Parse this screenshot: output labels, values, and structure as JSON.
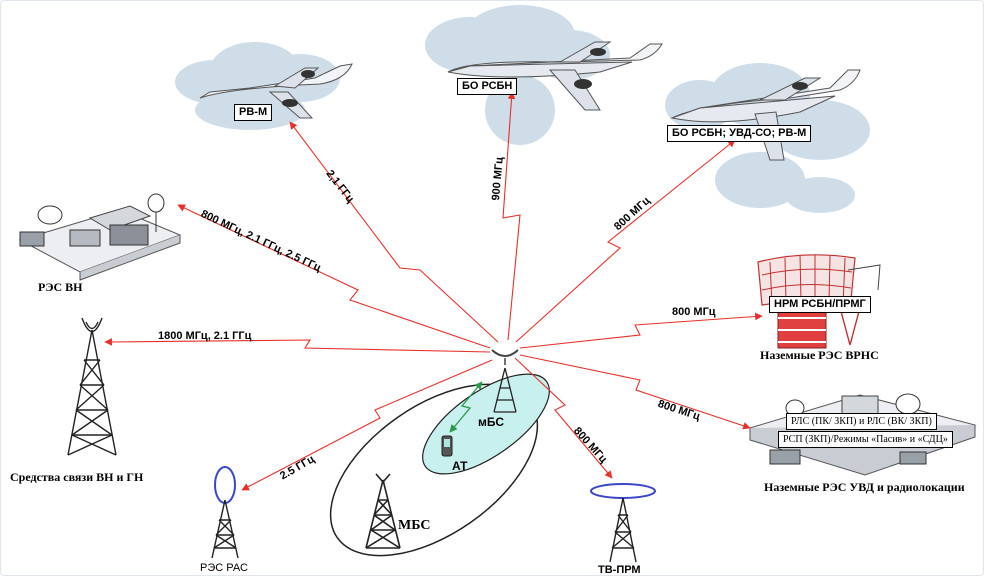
{
  "aircraft": {
    "left": "РВ-М",
    "center": "БО РСБН",
    "right": "БО РСБН; УВД-СО; РВ-М"
  },
  "links": {
    "left_aircraft": "2,1 ГГц",
    "center_aircraft": "900 МГц",
    "right_aircraft": "800 МГц",
    "res_vn": "800 МГц, 2.1 ГГц, 2.5 ГГц",
    "comm_towers": "1800 МГц, 2.1 ГГц",
    "res_ras": "2.5 ГГц",
    "tv": "800 МГц",
    "vrns": "800 МГц",
    "uvd": "800 МГц"
  },
  "stations": {
    "res_vn": "РЭС ВН",
    "comm_towers": "Средства связи ВН и ГН",
    "res_ras": "РЭС РАС",
    "tv": "ТВ-ПРМ",
    "vrns_box": "НРМ РСБН/ПРМГ",
    "vrns": "Наземные РЭС ВРНС",
    "uvd_box_1": "РЛС (ПК/ ЗКП) и РЛС (ВК/ ЗКП)",
    "uvd_box_2": "РСП (ЗКП)/Режимы «Пасив» и «СДЦ»",
    "uvd": "Наземные РЭС УВД и радиолокации"
  },
  "network": {
    "mbs": "мБС",
    "at": "АТ",
    "MBS": "МБС"
  },
  "colors": {
    "link": "#e8302a",
    "cloud": "#cfdde9",
    "inner_cell": "#c8f0ee",
    "antenna_ring": "#3a47c8"
  }
}
